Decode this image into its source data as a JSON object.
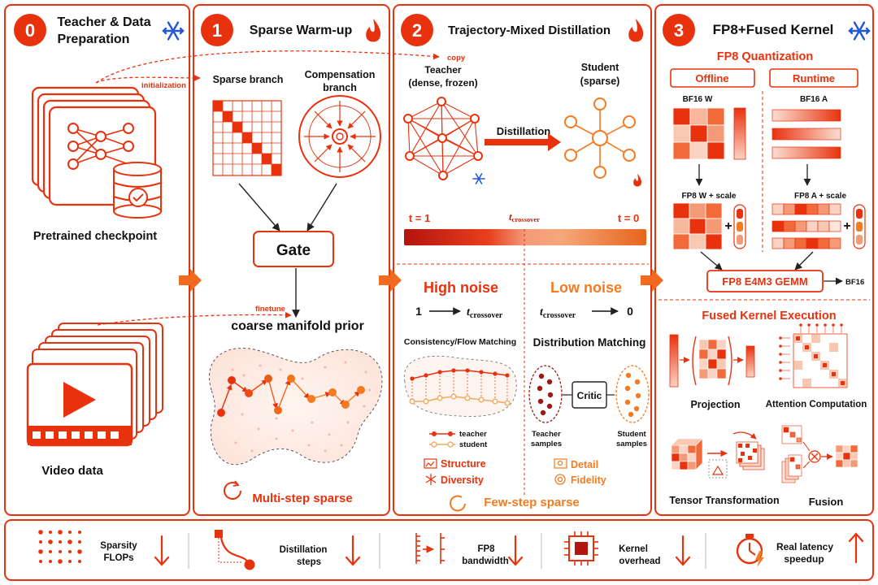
{
  "panels": [
    {
      "number": "0",
      "title_line1": "Teacher & Data",
      "title_line2": "Preparation",
      "state_icon": "snowflake-icon"
    },
    {
      "number": "1",
      "title": "Sparse Warm-up",
      "state_icon": "flame-icon"
    },
    {
      "number": "2",
      "title": "Trajectory-Mixed Distillation",
      "state_icon": "flame-icon"
    },
    {
      "number": "3",
      "title": "FP8+Fused Kernel",
      "state_icon": "snowflake-icon"
    }
  ],
  "panel0": {
    "pretrained_label": "Pretrained checkpoint",
    "video_label": "Video data",
    "initialization_label": "initialization",
    "copy_label": "copy",
    "finetune_label": "finetune"
  },
  "panel1": {
    "sparse_branch": "Sparse branch",
    "compensation_line1": "Compensation",
    "compensation_line2": "branch",
    "gate": "Gate",
    "prior": "coarse manifold prior",
    "footer": "Multi-step sparse"
  },
  "panel2": {
    "teacher_line1": "Teacher",
    "teacher_line2": "(dense, frozen)",
    "student_line1": "Student",
    "student_line2": "(sparse)",
    "distillation": "Distillation",
    "t_start": "t = 1",
    "t_end": "t = 0",
    "t_cross_main": "t",
    "t_cross_sub": "crossover",
    "high_noise": "High noise",
    "low_noise": "Low noise",
    "high_range_start": "1",
    "low_range_end": "0",
    "consistency": "Consistency/Flow Matching",
    "distribution": "Distribution Matching",
    "legend_teacher": "teacher",
    "legend_student": "student",
    "critic": "Critic",
    "teacher_samples_line1": "Teacher",
    "teacher_samples_line2": "samples",
    "student_samples_line1": "Student",
    "student_samples_line2": "samples",
    "structure": "Structure",
    "diversity": "Diversity",
    "detail": "Detail",
    "fidelity": "Fidelity",
    "footer": "Few-step sparse"
  },
  "panel3": {
    "quant_title": "FP8 Quantization",
    "offline": "Offline",
    "runtime": "Runtime",
    "bf16_w": "BF16 W",
    "bf16_a": "BF16 A",
    "fp8_w": "FP8 W + scale",
    "fp8_a": "FP8 A + scale",
    "gemm": "FP8 E4M3 GEMM",
    "bf16_out": "BF16",
    "fused_title": "Fused Kernel Execution",
    "projection": "Projection",
    "attention": "Attention Computation",
    "tensor": "Tensor Transformation",
    "fusion": "Fusion"
  },
  "bottom": [
    {
      "line1": "Sparsity",
      "line2": "FLOPs",
      "trend": "down"
    },
    {
      "line1": "Distillation",
      "line2": "steps",
      "trend": "down"
    },
    {
      "line1": "FP8",
      "line2": "bandwidth",
      "trend": "down"
    },
    {
      "line1": "Kernel",
      "line2": "overhead",
      "trend": "down"
    },
    {
      "line1": "Real latency",
      "line2": "speedup",
      "trend": "up"
    }
  ],
  "colors": {
    "accent": "#e8320e",
    "accent_dark": "#c41a0a",
    "orange": "#f47b20",
    "light": "#fbd3c4",
    "snow": "#2457d6"
  }
}
